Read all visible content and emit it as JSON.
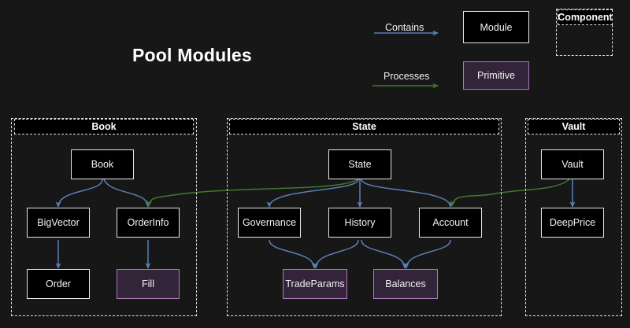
{
  "title": "Pool Modules",
  "colors": {
    "background": "#171717",
    "module_fill": "#000000",
    "module_border": "#e8e8e8",
    "primitive_fill": "#33243a",
    "primitive_border": "#a87cb8",
    "contains_edge": "#5b7fb5",
    "processes_edge": "#3f7a2e",
    "cluster_border": "#e2e2e2",
    "text": "#f2f2f2"
  },
  "legend": {
    "contains_label": "Contains",
    "processes_label": "Processes",
    "module_label": "Module",
    "primitive_label": "Primitive",
    "component_label": "Component"
  },
  "clusters": [
    {
      "name": "book",
      "label": "Book"
    },
    {
      "name": "state",
      "label": "State"
    },
    {
      "name": "vault",
      "label": "Vault"
    }
  ],
  "nodes": {
    "book": {
      "label": "Book",
      "type": "module",
      "cluster": "Book"
    },
    "bigvector": {
      "label": "BigVector",
      "type": "module",
      "cluster": "Book"
    },
    "orderinfo": {
      "label": "OrderInfo",
      "type": "module",
      "cluster": "Book"
    },
    "order": {
      "label": "Order",
      "type": "module",
      "cluster": "Book"
    },
    "fill": {
      "label": "Fill",
      "type": "primitive",
      "cluster": "Book"
    },
    "state": {
      "label": "State",
      "type": "module",
      "cluster": "State"
    },
    "governance": {
      "label": "Governance",
      "type": "module",
      "cluster": "State"
    },
    "history": {
      "label": "History",
      "type": "module",
      "cluster": "State"
    },
    "account": {
      "label": "Account",
      "type": "module",
      "cluster": "State"
    },
    "tradeparams": {
      "label": "TradeParams",
      "type": "primitive",
      "cluster": "State"
    },
    "balances": {
      "label": "Balances",
      "type": "primitive",
      "cluster": "State"
    },
    "vault": {
      "label": "Vault",
      "type": "module",
      "cluster": "Vault"
    },
    "deepprice": {
      "label": "DeepPrice",
      "type": "module",
      "cluster": "Vault"
    }
  },
  "edges": [
    {
      "from": "book",
      "to": "bigvector",
      "kind": "contains"
    },
    {
      "from": "book",
      "to": "orderinfo",
      "kind": "contains"
    },
    {
      "from": "bigvector",
      "to": "order",
      "kind": "contains"
    },
    {
      "from": "orderinfo",
      "to": "fill",
      "kind": "contains"
    },
    {
      "from": "state",
      "to": "governance",
      "kind": "contains"
    },
    {
      "from": "state",
      "to": "history",
      "kind": "contains"
    },
    {
      "from": "state",
      "to": "account",
      "kind": "contains"
    },
    {
      "from": "governance",
      "to": "tradeparams",
      "kind": "contains"
    },
    {
      "from": "history",
      "to": "tradeparams",
      "kind": "contains"
    },
    {
      "from": "history",
      "to": "balances",
      "kind": "contains"
    },
    {
      "from": "account",
      "to": "balances",
      "kind": "contains"
    },
    {
      "from": "vault",
      "to": "deepprice",
      "kind": "contains"
    },
    {
      "from": "state",
      "to": "orderinfo",
      "kind": "processes"
    },
    {
      "from": "vault",
      "to": "account",
      "kind": "processes"
    }
  ]
}
